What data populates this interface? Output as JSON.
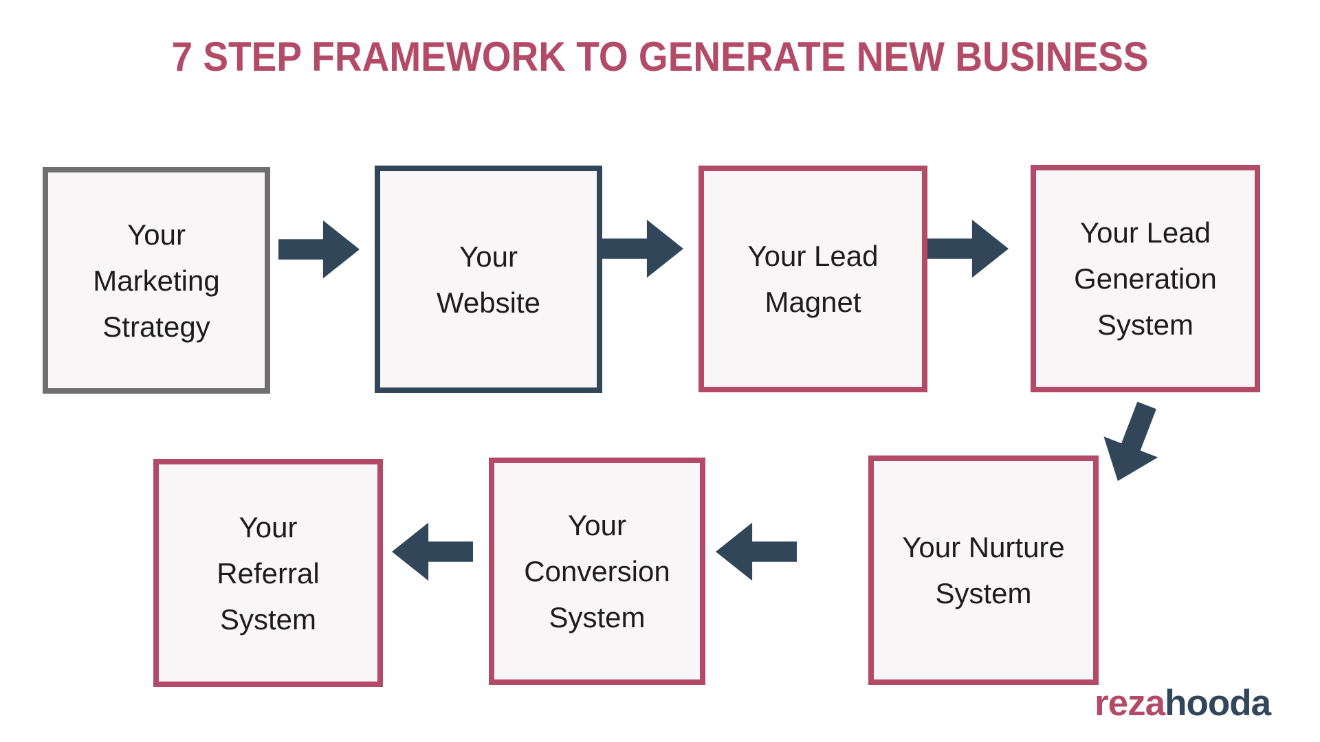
{
  "title": "7 STEP FRAMEWORK TO GENERATE NEW BUSINESS",
  "colors": {
    "accent_pink": "#b34a67",
    "navy": "#32465a",
    "gray_border": "#6f6f6f",
    "box_background": "#f8f6f6",
    "arrow": "#32465a",
    "text": "#1c1c1c",
    "page_background": "#ffffff"
  },
  "diagram": {
    "type": "flowchart",
    "flow_order": [
      "Your Marketing Strategy",
      "Your Website",
      "Your Lead Magnet",
      "Your Lead Generation System",
      "Your Nurture System",
      "Your Conversion System",
      "Your Referral System"
    ],
    "steps": [
      {
        "step": 1,
        "label": "Your Marketing Strategy",
        "lines": [
          "Your",
          "Marketing",
          "Strategy"
        ],
        "border_color": "#6f6f6f",
        "row": 1,
        "col": 1
      },
      {
        "step": 2,
        "label": "Your Website",
        "lines": [
          "Your",
          "Website"
        ],
        "border_color": "#32465a",
        "row": 1,
        "col": 2
      },
      {
        "step": 3,
        "label": "Your Lead Magnet",
        "lines": [
          "Your Lead",
          "Magnet"
        ],
        "border_color": "#b34a67",
        "row": 1,
        "col": 3
      },
      {
        "step": 4,
        "label": "Your Lead Generation System",
        "lines": [
          "Your Lead",
          "Generation",
          "System"
        ],
        "border_color": "#b34a67",
        "row": 1,
        "col": 4
      },
      {
        "step": 5,
        "label": "Your Nurture System",
        "lines": [
          "Your Nurture",
          "System"
        ],
        "border_color": "#b34a67",
        "row": 2,
        "col": 4
      },
      {
        "step": 6,
        "label": "Your Conversion System",
        "lines": [
          "Your",
          "Conversion",
          "System"
        ],
        "border_color": "#b34a67",
        "row": 2,
        "col": 3
      },
      {
        "step": 7,
        "label": "Your Referral System",
        "lines": [
          "Your",
          "Referral",
          "System"
        ],
        "border_color": "#b34a67",
        "row": 2,
        "col": 2
      }
    ],
    "connectors": [
      {
        "from": "Your Marketing Strategy",
        "to": "Your Website",
        "direction": "right"
      },
      {
        "from": "Your Website",
        "to": "Your Lead Magnet",
        "direction": "right"
      },
      {
        "from": "Your Lead Magnet",
        "to": "Your Lead Generation System",
        "direction": "right"
      },
      {
        "from": "Your Lead Generation System",
        "to": "Your Nurture System",
        "direction": "down-left"
      },
      {
        "from": "Your Nurture System",
        "to": "Your Conversion System",
        "direction": "left"
      },
      {
        "from": "Your Conversion System",
        "to": "Your Referral System",
        "direction": "left"
      }
    ]
  },
  "logo": {
    "text": "rezahooda",
    "part_pink": "reza",
    "part_navy": "hooda"
  }
}
